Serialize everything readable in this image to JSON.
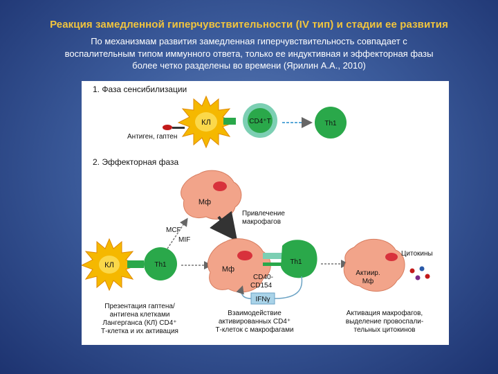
{
  "slide": {
    "title": "Реакция замедленной гиперчувствительности (IV тип) и стадии ее развития",
    "subtitle": "По механизмам развития замедленная гиперчувствительность совпадает с воспалительным типом иммунного ответа, только ее индуктивная и эффекторная фазы более четко разделены во времени (Ярилин А.А., 2010)"
  },
  "diagram": {
    "phase1": {
      "heading": "1. Фаза сенсибилизации",
      "kl": "КЛ",
      "cd4": "CD4⁺T",
      "th1": "Th1",
      "antigen": "Антиген, гаптен"
    },
    "phase2": {
      "heading": "2. Эффекторная фаза",
      "mf_top": "Мф",
      "recruit_line1": "Привлечение",
      "recruit_line2": "макрофагов",
      "mcf": "MCF",
      "mif": "MIF",
      "kl": "КЛ",
      "th1_left": "Th1",
      "mf_center": "Мф",
      "th1_center": "Th1",
      "cd40": "CD40-",
      "cd154": "CD154",
      "ifn": "IFNγ",
      "cytokines": "Цитокины",
      "active_mf_line1": "Актиир.",
      "active_mf_line2": "Мф",
      "caption_left": [
        "Презентация гаптена/",
        "антигена клетками",
        "Лангерганса (КЛ) CD4⁺",
        "Т-клетка и их активация"
      ],
      "caption_center": [
        "Взаимодействие",
        "активированных CD4⁺",
        "Т-клеток с макрофагами"
      ],
      "caption_right": [
        "Активация макрофагов,",
        "выделение провоспали-",
        "тельных цитокинов"
      ]
    }
  },
  "colors": {
    "title": "#f2c53d",
    "star": "#f5b800",
    "green_cell": "#2aa84a",
    "teal_cell": "#7ccfb3",
    "macrophage": "#f2a48a",
    "nucleus": "#d8323c",
    "ifn_box": "#a9d3e8"
  }
}
